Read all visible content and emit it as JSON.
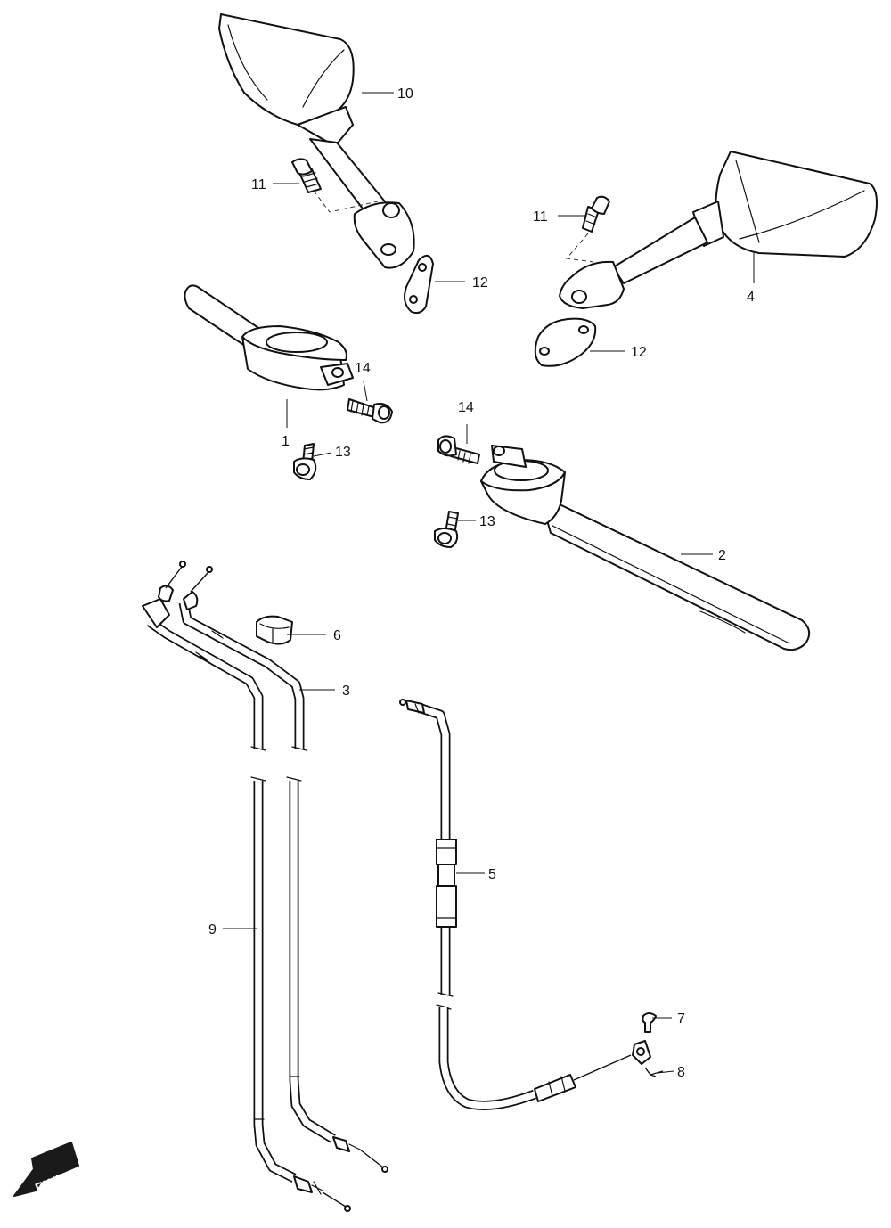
{
  "callouts": {
    "c1": "1",
    "c2": "2",
    "c3": "3",
    "c4": "4",
    "c5": "5",
    "c6": "6",
    "c7": "7",
    "c8": "8",
    "c9": "9",
    "c10": "10",
    "c11a": "11",
    "c11b": "11",
    "c12a": "12",
    "c12b": "12",
    "c13a": "13",
    "c13b": "13",
    "c14a": "14",
    "c14b": "14"
  },
  "direction_badge": {
    "text": "FWD"
  },
  "colors": {
    "line": "#111111",
    "background": "#ffffff"
  }
}
